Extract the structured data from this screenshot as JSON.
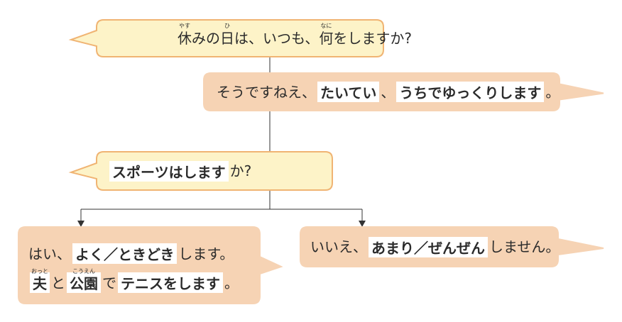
{
  "colors": {
    "question_fill": "#fdf3c8",
    "question_stroke": "#f0b473",
    "answer_fill": "#f6d3b4",
    "answer_stroke": "#f6d3b4",
    "connector": "#333333",
    "highlight": "#ffffff"
  },
  "q1": {
    "lines": [
      [
        {
          "t": "休",
          "ruby": "やす"
        },
        {
          "t": "み"
        },
        {
          "t": "の"
        },
        {
          "t": "日",
          "ruby": "ひ"
        },
        {
          "t": "は、いつも、"
        },
        {
          "t": "何",
          "ruby": "なに"
        },
        {
          "t": "をしますか?"
        }
      ]
    ]
  },
  "a1": {
    "lines": [
      [
        {
          "t": "そうですねえ、"
        },
        {
          "t": "たいてい",
          "hl": true
        },
        {
          "t": "、"
        },
        {
          "t": "うちでゆっくりします",
          "hl": true
        },
        {
          "t": "。"
        }
      ]
    ]
  },
  "q2": {
    "lines": [
      [
        {
          "t": "スポーツはします",
          "hl": true
        },
        {
          "t": "か?"
        }
      ]
    ]
  },
  "a2": {
    "lines": [
      [
        {
          "t": "はい、"
        },
        {
          "t": "よく／ときどき",
          "hl": true
        },
        {
          "t": "します。"
        }
      ],
      [
        {
          "t": "夫",
          "ruby": "おっと",
          "hl": true
        },
        {
          "t": "と"
        },
        {
          "t": "公園",
          "ruby": "こうえん",
          "hl": true
        },
        {
          "t": "で"
        },
        {
          "t": "テニスをします",
          "hl": true
        },
        {
          "t": "。"
        }
      ]
    ]
  },
  "a3": {
    "lines": [
      [
        {
          "t": "いいえ、"
        },
        {
          "t": "あまり／ぜんぜん",
          "hl": true
        },
        {
          "t": "しません。"
        }
      ]
    ]
  }
}
